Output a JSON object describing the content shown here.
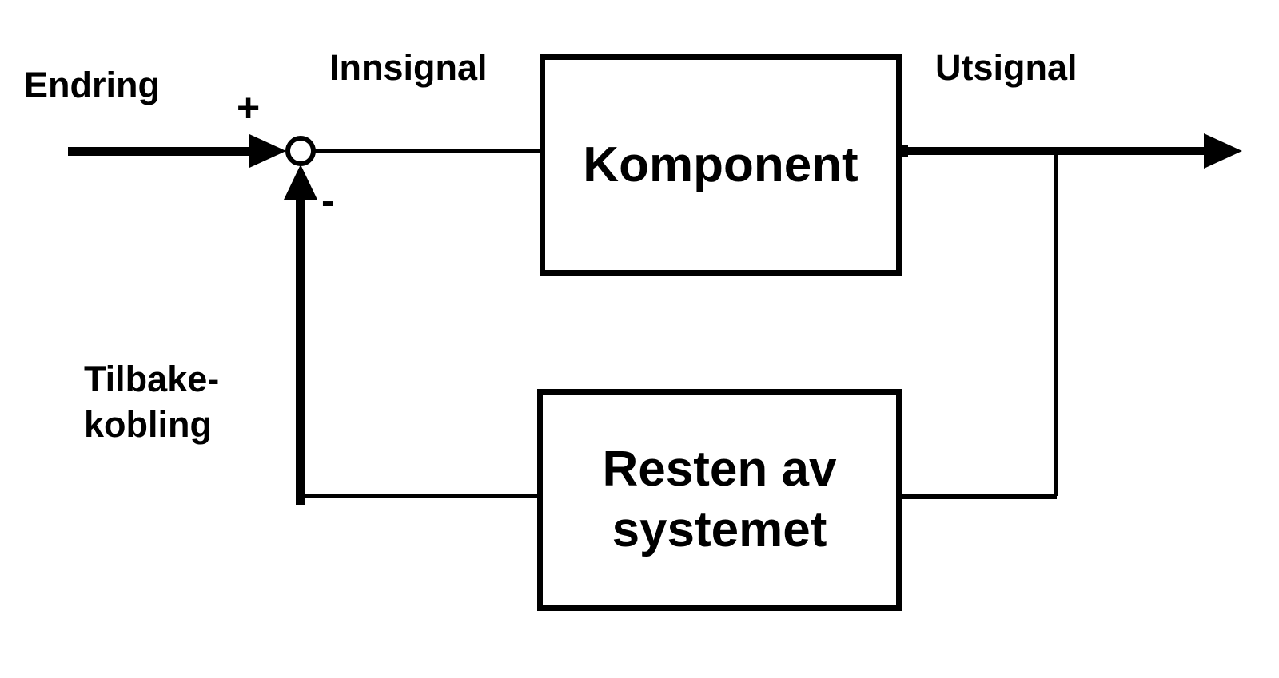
{
  "diagram": {
    "type": "feedback-control-loop-block-diagram",
    "background_color": "#ffffff",
    "line_color": "#000000",
    "labels": {
      "endring": "Endring",
      "plus": "+",
      "innsignal": "Innsignal",
      "utsignal": "Utsignal",
      "minus": "-",
      "tilbake_line1": "Tilbake-",
      "tilbake_line2": "kobling"
    },
    "blocks": {
      "komponent": "Komponent",
      "resten_line1": "Resten av",
      "resten_line2": "systemet"
    }
  }
}
